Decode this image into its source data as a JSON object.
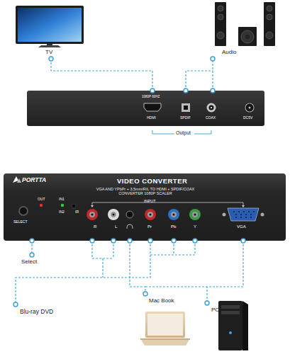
{
  "diagram": {
    "nodes": [
      {
        "text": [
          "TV"
        ]
      },
      {
        "text": [
          "Audio"
        ]
      },
      {
        "text": [
          "1080P 60HZ",
          "HDMI",
          "SPDIF",
          "COAX",
          "DC5V",
          "Output"
        ]
      },
      {
        "text": [
          "PORTTA",
          "VIDEO CONVERTER",
          "VGA AND YPbPr + 3.5mm/R/L TO HDMI + SPDIF/COAX CONVERTER 1080P SCALER",
          "SELECT",
          "OUT",
          "IN1",
          "IN2",
          "IR",
          "INPUT",
          "R",
          "L",
          "Pr",
          "Pb",
          "Y",
          "VGA"
        ]
      },
      {
        "text": [
          "Select"
        ]
      },
      {
        "text": [
          "Blu-ray DVD"
        ]
      },
      {
        "text": [
          "Mac Book"
        ]
      },
      {
        "text": [
          "PC"
        ]
      }
    ],
    "edges": [
      {
        "from": 2,
        "to": 0,
        "arrow": "none"
      },
      {
        "from": 2,
        "to": 1,
        "arrow": "none"
      },
      {
        "from": 3,
        "to": 4,
        "arrow": "none"
      },
      {
        "from": 3,
        "to": 5,
        "arrow": "none"
      },
      {
        "from": 3,
        "to": 6,
        "arrow": "none"
      },
      {
        "from": 3,
        "to": 7,
        "arrow": "none"
      }
    ]
  }
}
